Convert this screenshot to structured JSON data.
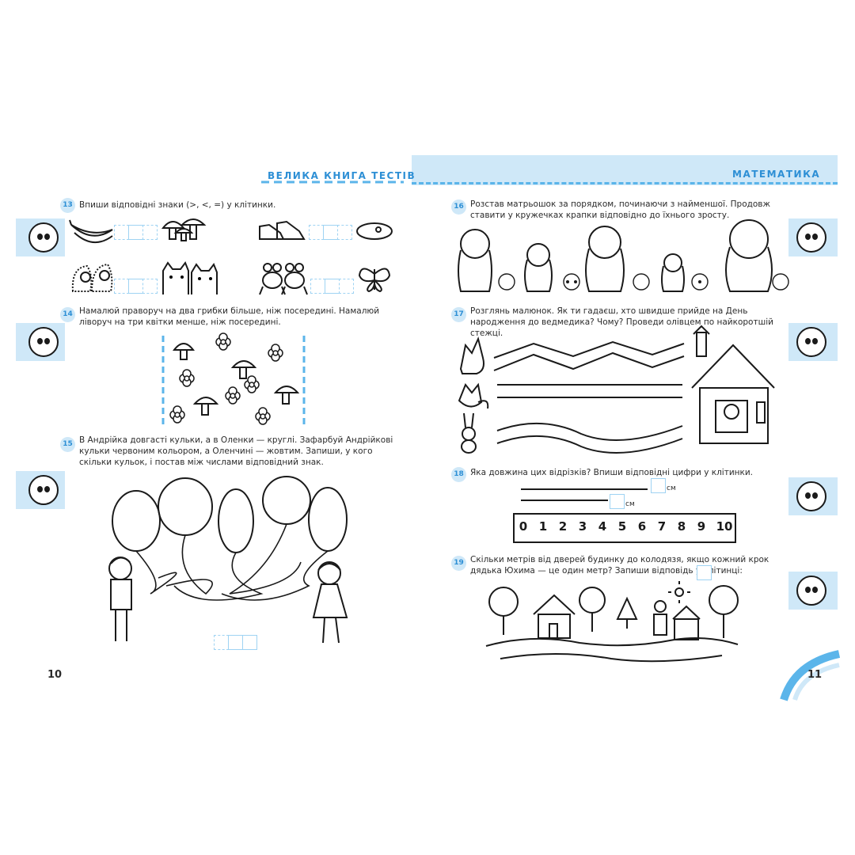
{
  "header": {
    "left_title": "ВЕЛИКА КНИГА ТЕСТІВ",
    "right_title": "МАТЕМАТИКА"
  },
  "pages": {
    "left_number": "10",
    "right_number": "11"
  },
  "tasks": [
    {
      "number": "13",
      "text": "Впиши відповідні знаки (>, <, =) у клітинки."
    },
    {
      "number": "14",
      "text": "Намалюй праворуч на два грибки більше, ніж посередині. Намалюй ліворуч на три квітки менше, ніж посередині."
    },
    {
      "number": "15",
      "text": "В Андрійка довгасті кульки, а в Оленки — круглі. Зафарбуй Андрійкові кульки червоним кольором, а Оленчині — жовтим. Запиши, у кого скільки кульок, і постав між числами відповідний знак."
    },
    {
      "number": "16",
      "text": "Розстав матрьошок за порядком, починаючи з найменшої. Продовж ставити у кружечках крапки відповідно до їхнього зросту."
    },
    {
      "number": "17",
      "text": "Розглянь малюнок. Як ти гадаєш, хто швидше прийде на День народження до ведмедика? Чому? Проведи олівцем по найкоротшій стежці."
    },
    {
      "number": "18",
      "text": "Яка довжина цих відрізків? Впиши відповідні цифри у клітинки."
    },
    {
      "number": "19",
      "text": "Скільки метрів від дверей будинку до колодязя, якщо кожний крок дядька Юхима — це один метр? Запиши відповідь у клітинці:"
    }
  ],
  "ruler": {
    "ticks": [
      "0",
      "1",
      "2",
      "3",
      "4",
      "5",
      "6",
      "7",
      "8",
      "9",
      "10"
    ],
    "unit": "см"
  },
  "colors": {
    "accent_blue": "#2d8fd5",
    "light_blue": "#cfe8f8",
    "ink": "#1a1a1a"
  },
  "icons": [
    "smiley-face-icon",
    "bananas-icon",
    "mushrooms-icon",
    "sneakers-icon",
    "slipper-icon",
    "hedgehogs-icon",
    "cats-icon",
    "frogs-icon",
    "butterfly-icon",
    "nesting-doll-icon",
    "fox-icon",
    "rabbit-icon",
    "wolf-icon",
    "house-icon",
    "bear-icon",
    "balloon-icon",
    "boy-icon",
    "girl-icon",
    "well-icon",
    "tree-icon",
    "sun-icon"
  ]
}
